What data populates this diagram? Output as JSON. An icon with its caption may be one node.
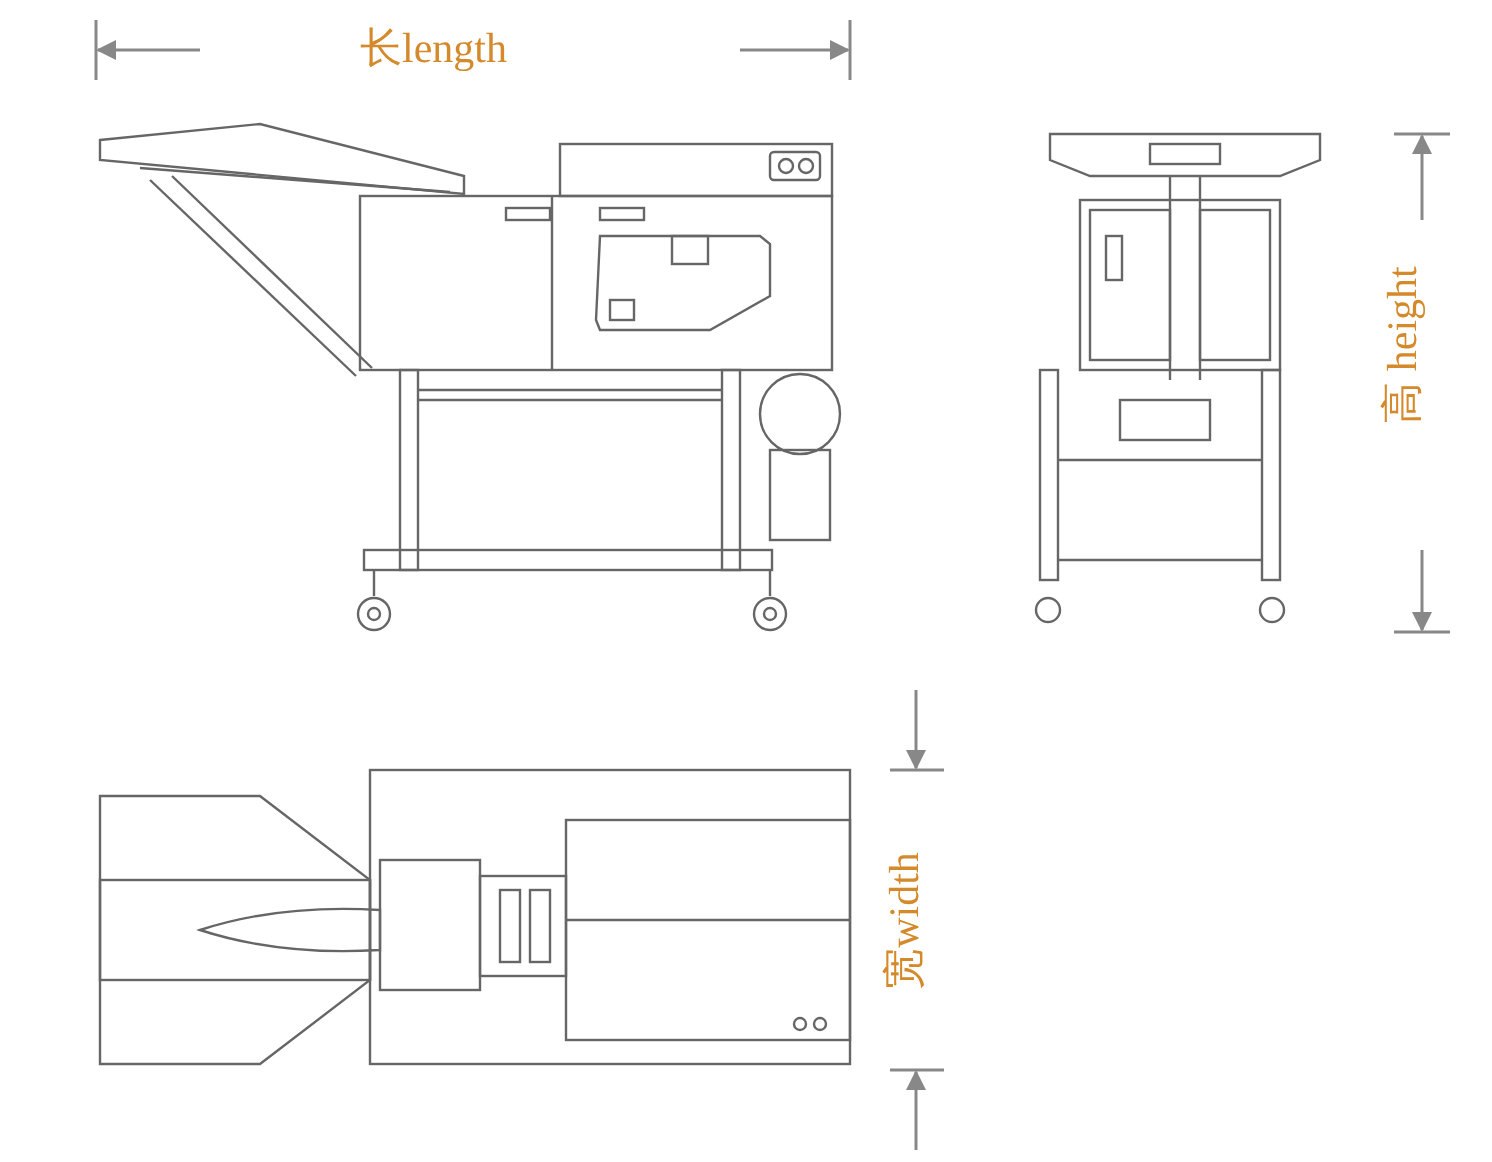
{
  "diagram": {
    "labels": [
      "长length",
      "高 height",
      "宽width"
    ]
  }
}
